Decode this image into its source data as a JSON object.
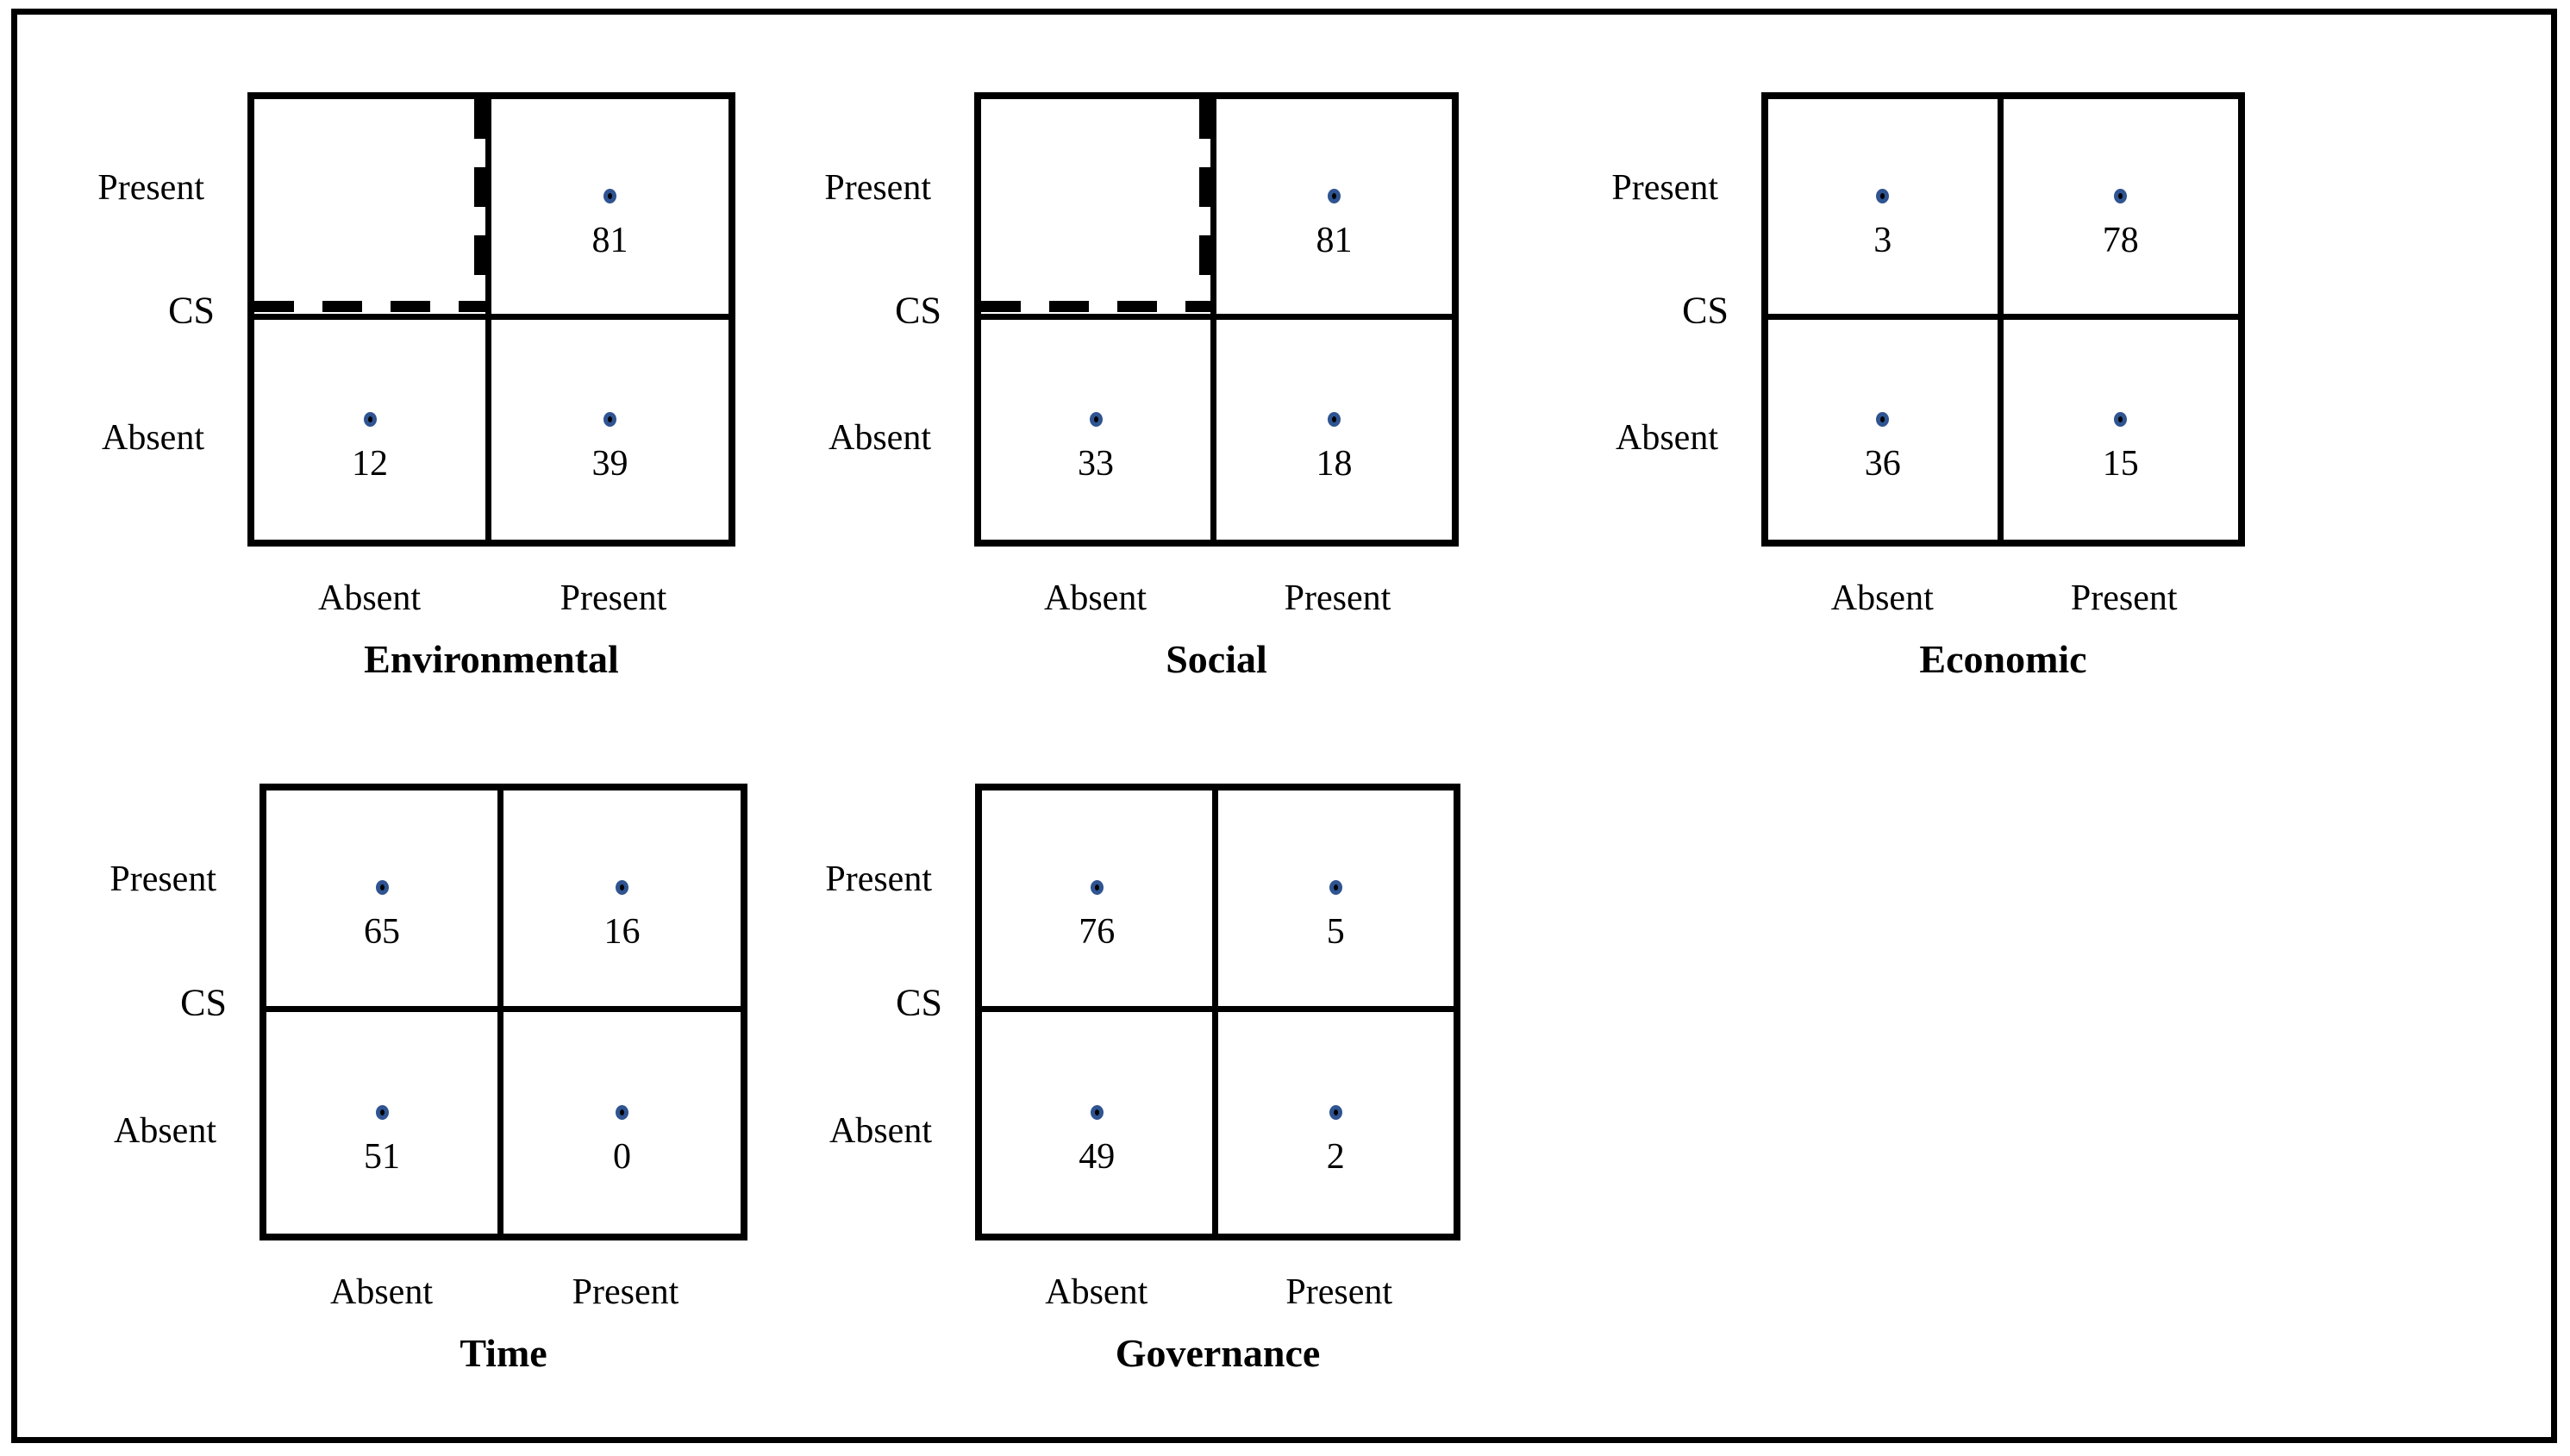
{
  "figure": {
    "background": "#ffffff",
    "border_color": "#000000",
    "dot_fill": "#000000",
    "dot_ring_color": "#2f5491"
  },
  "panels": [
    {
      "title": "Environmental",
      "y_axis_title": "CS",
      "y_labels": {
        "top": "Present",
        "bottom": "Absent"
      },
      "x_labels": {
        "left": "Absent",
        "right": "Present"
      },
      "quadrants": {
        "top_left": null,
        "top_right": "81",
        "bottom_left": "12",
        "bottom_right": "39"
      },
      "dashed_guide_top_left": true
    },
    {
      "title": "Social",
      "y_axis_title": "CS",
      "y_labels": {
        "top": "Present",
        "bottom": "Absent"
      },
      "x_labels": {
        "left": "Absent",
        "right": "Present"
      },
      "quadrants": {
        "top_left": null,
        "top_right": "81",
        "bottom_left": "33",
        "bottom_right": "18"
      },
      "dashed_guide_top_left": true
    },
    {
      "title": "Economic",
      "y_axis_title": "CS",
      "y_labels": {
        "top": "Present",
        "bottom": "Absent"
      },
      "x_labels": {
        "left": "Absent",
        "right": "Present"
      },
      "quadrants": {
        "top_left": "3",
        "top_right": "78",
        "bottom_left": "36",
        "bottom_right": "15"
      },
      "dashed_guide_top_left": false
    },
    {
      "title": "Time",
      "y_axis_title": "CS",
      "y_labels": {
        "top": "Present",
        "bottom": "Absent"
      },
      "x_labels": {
        "left": "Absent",
        "right": "Present"
      },
      "quadrants": {
        "top_left": "65",
        "top_right": "16",
        "bottom_left": "51",
        "bottom_right": "0"
      },
      "dashed_guide_top_left": false
    },
    {
      "title": "Governance",
      "y_axis_title": "CS",
      "y_labels": {
        "top": "Present",
        "bottom": "Absent"
      },
      "x_labels": {
        "left": "Absent",
        "right": "Present"
      },
      "quadrants": {
        "top_left": "76",
        "top_right": "5",
        "bottom_left": "49",
        "bottom_right": "2"
      },
      "dashed_guide_top_left": false
    }
  ],
  "chart_data": [
    {
      "type": "table",
      "title": "Environmental",
      "xlabel": "Environmental",
      "ylabel": "CS",
      "x_categories": [
        "Absent",
        "Present"
      ],
      "y_categories": [
        "Present",
        "Absent"
      ],
      "values": [
        [
          null,
          81
        ],
        [
          12,
          39
        ]
      ],
      "dashed_top_left_quadrant": true
    },
    {
      "type": "table",
      "title": "Social",
      "xlabel": "Social",
      "ylabel": "CS",
      "x_categories": [
        "Absent",
        "Present"
      ],
      "y_categories": [
        "Present",
        "Absent"
      ],
      "values": [
        [
          null,
          81
        ],
        [
          33,
          18
        ]
      ],
      "dashed_top_left_quadrant": true
    },
    {
      "type": "table",
      "title": "Economic",
      "xlabel": "Economic",
      "ylabel": "CS",
      "x_categories": [
        "Absent",
        "Present"
      ],
      "y_categories": [
        "Present",
        "Absent"
      ],
      "values": [
        [
          3,
          78
        ],
        [
          36,
          15
        ]
      ],
      "dashed_top_left_quadrant": false
    },
    {
      "type": "table",
      "title": "Time",
      "xlabel": "Time",
      "ylabel": "CS",
      "x_categories": [
        "Absent",
        "Present"
      ],
      "y_categories": [
        "Present",
        "Absent"
      ],
      "values": [
        [
          65,
          16
        ],
        [
          51,
          0
        ]
      ],
      "dashed_top_left_quadrant": false
    },
    {
      "type": "table",
      "title": "Governance",
      "xlabel": "Governance",
      "ylabel": "CS",
      "x_categories": [
        "Absent",
        "Present"
      ],
      "y_categories": [
        "Present",
        "Absent"
      ],
      "values": [
        [
          76,
          5
        ],
        [
          49,
          2
        ]
      ],
      "dashed_top_left_quadrant": false
    }
  ]
}
